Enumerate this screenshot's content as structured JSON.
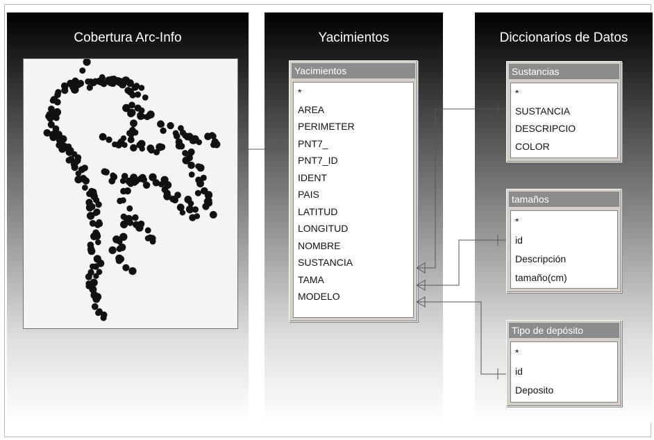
{
  "panels": {
    "coverage": {
      "title": "Cobertura Arc-Info"
    },
    "deposits": {
      "title": "Yacimientos"
    },
    "dictionaries": {
      "title": "Diccionarios de Datos"
    }
  },
  "map": {
    "icon": "south-america-points-map"
  },
  "tables": {
    "yacimientos": {
      "title": "Yacimientos",
      "fields": [
        "*",
        "AREA",
        "PERIMETER",
        "PNT7_",
        "PNT7_ID",
        "IDENT",
        "PAIS",
        "LATITUD",
        "LONGITUD",
        "NOMBRE",
        "SUSTANCIA",
        "TAMA",
        "MODELO"
      ]
    },
    "sustancias": {
      "title": "Sustancias",
      "fields": [
        "*",
        "SUSTANCIA",
        "DESCRIPCIO",
        "COLOR"
      ]
    },
    "tamanos": {
      "title": "tamaños",
      "fields": [
        "*",
        "id",
        "Descripción",
        "tamaño(cm)"
      ]
    },
    "tipo_deposito": {
      "title": "Tipo de depósito",
      "fields": [
        "*",
        "id",
        "Deposito"
      ]
    }
  },
  "relationships": [
    {
      "from": "Cobertura Arc-Info",
      "to": "Yacimientos",
      "type": "one-to-one"
    },
    {
      "from": "Yacimientos.SUSTANCIA",
      "to": "Sustancias.SUSTANCIA",
      "type": "many-to-one"
    },
    {
      "from": "Yacimientos.TAMA",
      "to": "tamaños.id",
      "type": "many-to-one"
    },
    {
      "from": "Yacimientos.MODELO",
      "to": "Tipo de depósito.id",
      "type": "many-to-one"
    }
  ],
  "colors": {
    "panel_top": "#000000",
    "panel_bottom": "#ffffff",
    "table_header": "#8c8c8c",
    "table_frame": "#d4d0c8"
  }
}
